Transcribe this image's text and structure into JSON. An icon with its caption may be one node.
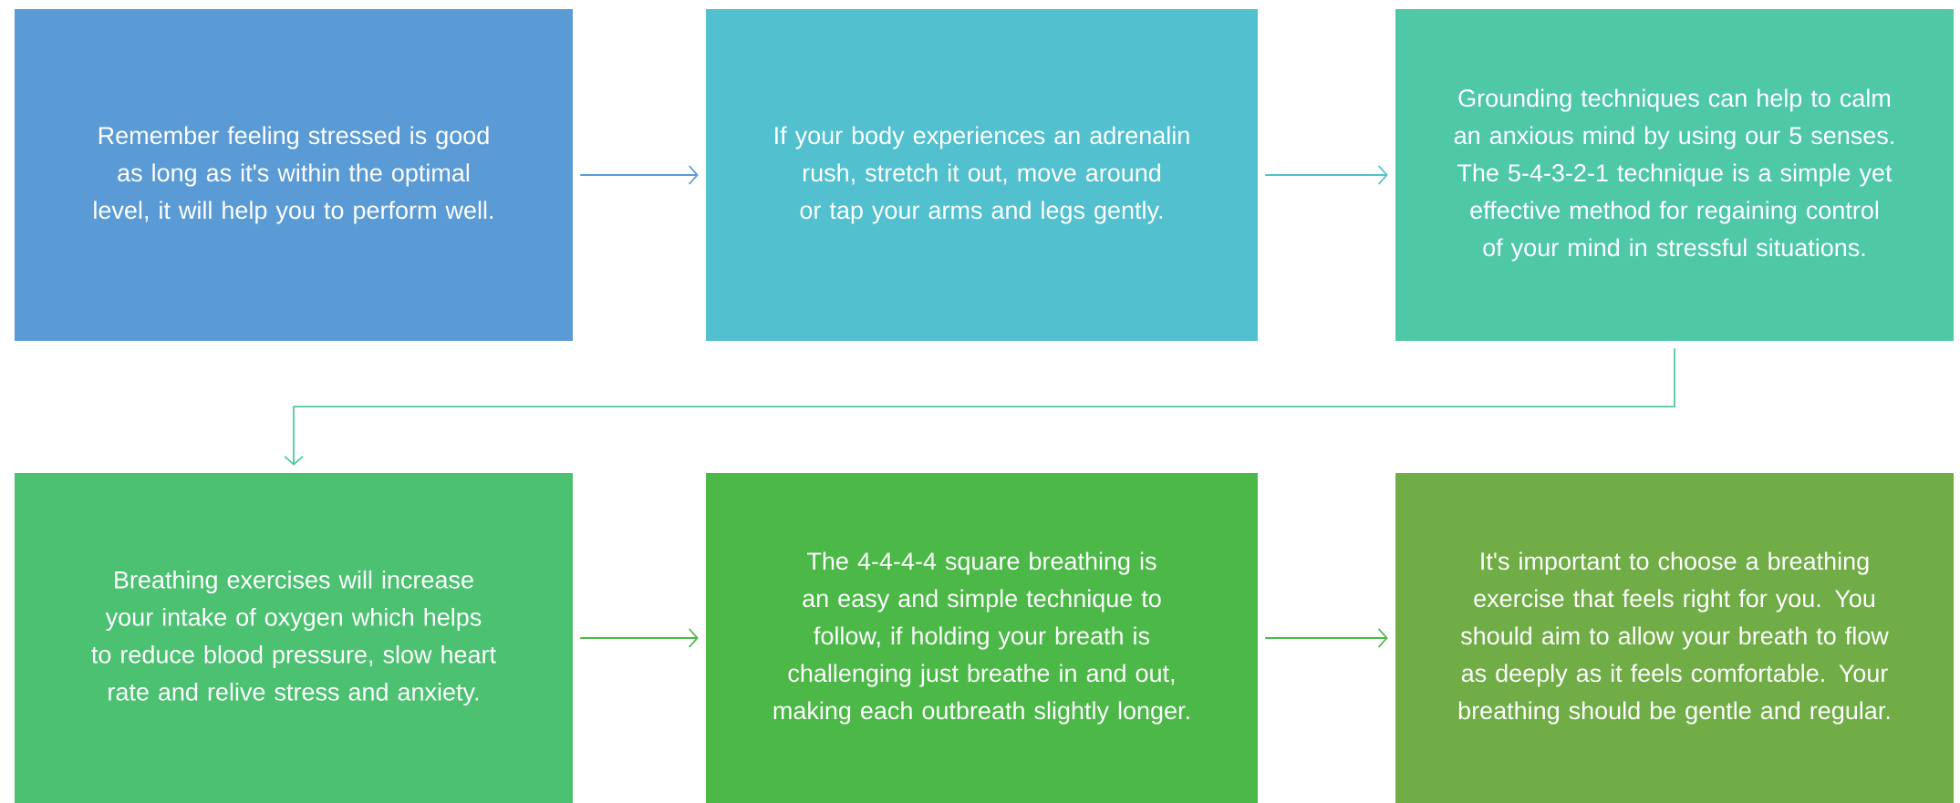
{
  "diagram": {
    "nodes": [
      {
        "text": [
          "Remember feeling stressed is good as long as it's within the optimal level, it will help you to perform well."
        ]
      },
      {
        "text": [
          "If your body experiences an adrenalin rush, stretch it out, move around or tap your arms and legs gently."
        ]
      },
      {
        "text": [
          "Grounding techniques can help to calm an anxious mind by using our 5 senses. The 5-4-3-2-1 technique is a simple yet effective method for regaining control of your mind in stressful situations."
        ]
      },
      {
        "text": [
          "Breathing exercises will increase your intake of oxygen which helps to reduce blood pressure, slow heart rate and relive stress and anxiety."
        ]
      },
      {
        "text": [
          "The 4-4-4-4 square breathing is an easy and simple technique to follow, if holding your breath is challenging just breathe in and out, making each outbreath slightly longer."
        ]
      },
      {
        "text": [
          "It's important to choose a breathing exercise that feels right for you. You should aim to allow your breath to flow as deeply as it feels comfortable. Your breathing should be gentle and regular."
        ]
      }
    ],
    "edges": [
      {
        "from": 0,
        "to": 1,
        "arrow": "to",
        "color": "#5b9bd5"
      },
      {
        "from": 1,
        "to": 2,
        "arrow": "to",
        "color": "#52c0cf"
      },
      {
        "from": 2,
        "to": 3,
        "arrow": "to",
        "color": "#4fc8a5"
      },
      {
        "from": 3,
        "to": 4,
        "arrow": "to",
        "color": "#4cb848"
      },
      {
        "from": 4,
        "to": 5,
        "arrow": "to",
        "color": "#4cb848"
      }
    ]
  }
}
